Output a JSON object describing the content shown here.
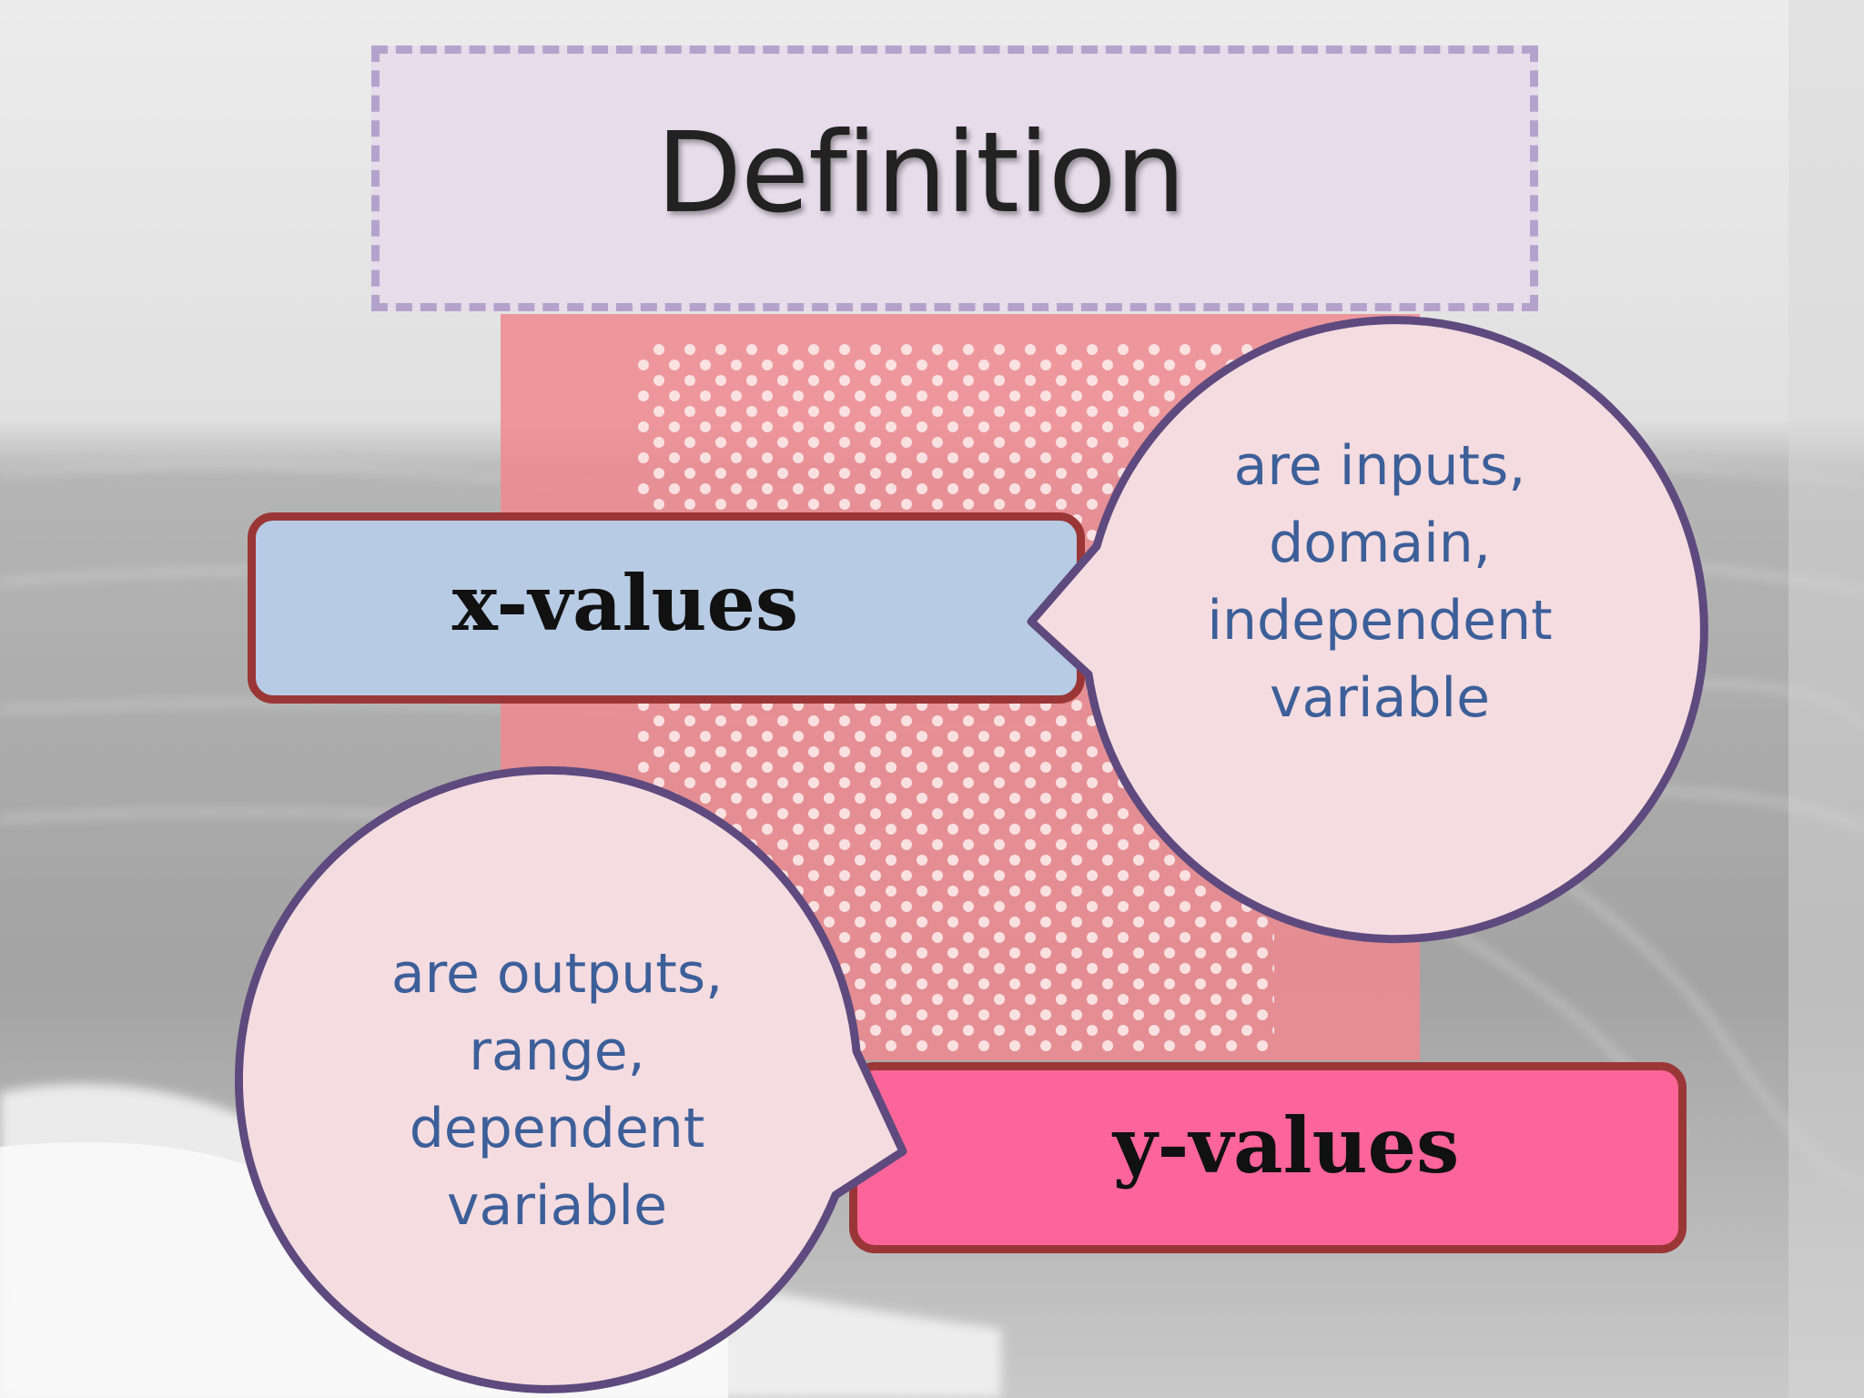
{
  "title": "Definition",
  "x_values": {
    "label": "x-values",
    "description_lines": [
      "are inputs,",
      "domain,",
      "independent",
      "variable"
    ]
  },
  "y_values": {
    "label": "y-values",
    "description_lines": [
      "are outputs,",
      "range,",
      "dependent",
      "variable"
    ]
  },
  "colors": {
    "title_fill": "#e6dcea",
    "title_border": "#b3a3cc",
    "x_box_fill": "#b7cbe4",
    "y_box_fill": "#fc6599",
    "box_border": "#9b3636",
    "callout_fill": "#f5dce0",
    "callout_border": "#5e4a7e",
    "callout_text": "#3c5f99"
  }
}
